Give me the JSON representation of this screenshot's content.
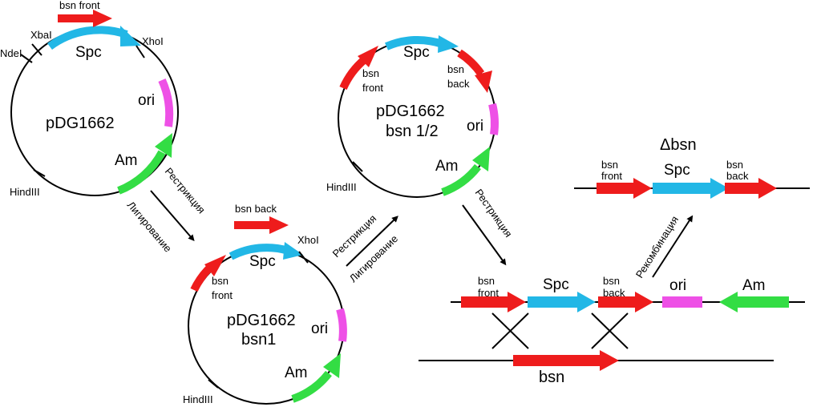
{
  "colors": {
    "bsn": "#ee1c1c",
    "spc": "#22b7e6",
    "ori": "#ee50e6",
    "am": "#33dd44",
    "line": "#000000"
  },
  "plasmid_1": {
    "name": "pDG1662",
    "labels": {
      "spc": "Spc",
      "ori": "ori",
      "am": "Am"
    },
    "sites": {
      "xbai": "XbaI",
      "ndei": "NdeI",
      "xhoi": "XhoI",
      "hindiii": "HindIII"
    },
    "insert_label": "bsn front"
  },
  "plasmid_2": {
    "name_line1": "pDG1662",
    "name_line2": "bsn1",
    "labels": {
      "spc": "Spc",
      "ori": "ori",
      "am": "Am",
      "bsn_front_line1": "bsn",
      "bsn_front_line2": "front"
    },
    "sites": {
      "xhoi": "XhoI",
      "hindiii": "HindIII"
    },
    "insert_label": "bsn back"
  },
  "plasmid_3": {
    "name_line1": "pDG1662",
    "name_line2": "bsn 1/2",
    "labels": {
      "spc": "Spc",
      "ori": "ori",
      "am": "Am",
      "bsn_front_line1": "bsn",
      "bsn_front_line2": "front",
      "bsn_back_line1": "bsn",
      "bsn_back_line2": "back"
    },
    "sites": {
      "hindiii": "HindIII"
    }
  },
  "process_arrows": {
    "step1_top": "Рестрикция",
    "step1_bottom": "Лигирование",
    "step2_top": "Рестрикция",
    "step2_bottom": "Лигирование",
    "step3": "Рестрикция",
    "step4": "Рекомбинация"
  },
  "linear_fragment": {
    "bsn_front_line1": "bsn",
    "bsn_front_line2": "front",
    "spc": "Spc",
    "bsn_back_line1": "bsn",
    "bsn_back_line2": "back",
    "ori": "ori",
    "am": "Am"
  },
  "chromosome": {
    "gene": "bsn"
  },
  "result": {
    "title": "Δbsn",
    "bsn_front_line1": "bsn",
    "bsn_front_line2": "front",
    "spc": "Spc",
    "bsn_back_line1": "bsn",
    "bsn_back_line2": "back"
  }
}
